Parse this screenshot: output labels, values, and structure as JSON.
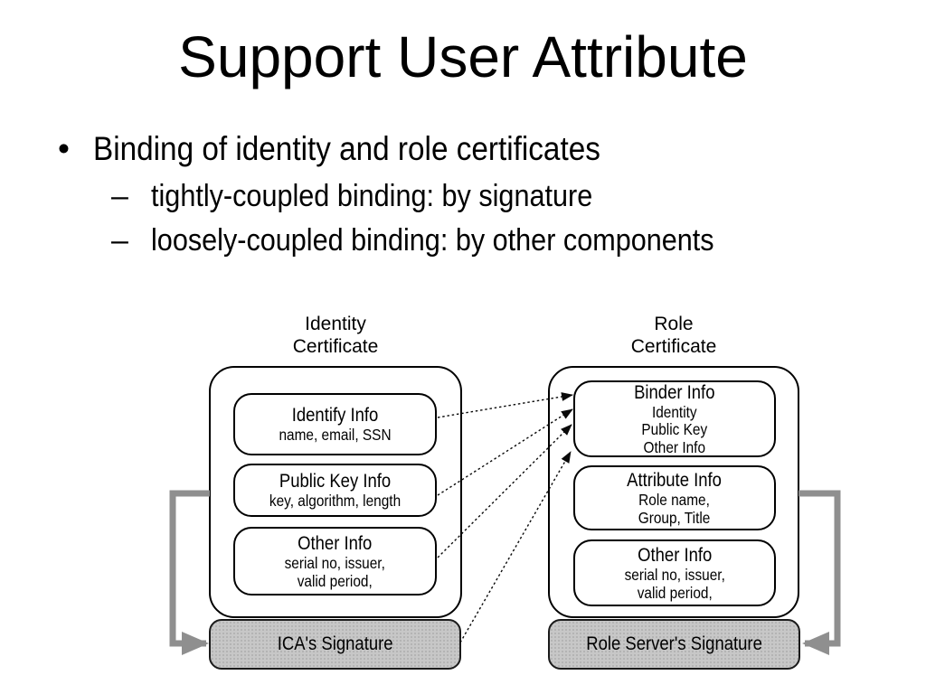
{
  "slide": {
    "title": "Support User Attribute",
    "bullet": {
      "marker": "•",
      "text": "Binding of identity and role certificates"
    },
    "sub_bullets": [
      {
        "marker": "–",
        "text": "tightly-coupled binding: by signature"
      },
      {
        "marker": "–",
        "text": "loosely-coupled binding: by other components"
      }
    ]
  },
  "diagram": {
    "identity_certificate": {
      "label": [
        "Identity",
        "Certificate"
      ],
      "boxes": [
        {
          "title": "Identify Info",
          "lines": [
            "name, email, SSN"
          ]
        },
        {
          "title": "Public Key Info",
          "lines": [
            "key, algorithm, length"
          ]
        },
        {
          "title": "Other Info",
          "lines": [
            "serial no, issuer,",
            "valid period,"
          ]
        }
      ],
      "signature": "ICA's Signature"
    },
    "role_certificate": {
      "label": [
        "Role",
        "Certificate"
      ],
      "boxes": [
        {
          "title": "Binder Info",
          "lines": [
            "Identity",
            "Public Key",
            "Other Info"
          ]
        },
        {
          "title": "Attribute Info",
          "lines": [
            "Role name,",
            "Group, Title"
          ]
        },
        {
          "title": "Other Info",
          "lines": [
            "serial no, issuer,",
            "valid period,"
          ]
        }
      ],
      "signature": "Role Server's Signature"
    },
    "colors": {
      "signature_fill": "#c7c7c7",
      "signature_dot": "#b2b2b2",
      "bracket_gray": "#8f8f8f",
      "connector_black": "#0a0a0a"
    }
  }
}
